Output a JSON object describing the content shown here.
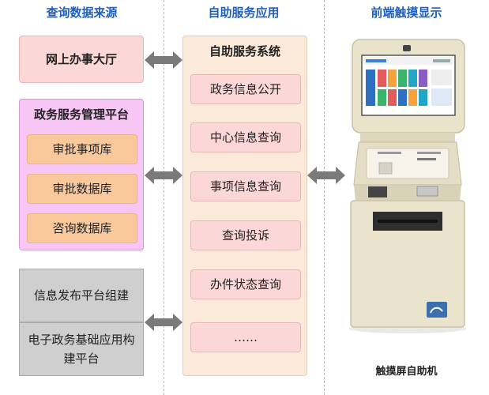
{
  "columns": {
    "left_title": "查询数据来源",
    "middle_title": "自助服务应用",
    "right_title": "前端触摸显示"
  },
  "left": {
    "online_hall": "网上办事大厅",
    "platform": {
      "title": "政务服务管理平台",
      "items": [
        "审批事项库",
        "审批数据库",
        "咨询数据库"
      ]
    },
    "grey": {
      "top": "信息发布平台组建",
      "bottom_line1": "电子政务基础应用构",
      "bottom_line2": "建平台"
    }
  },
  "middle": {
    "title": "自助服务系统",
    "items": [
      "政务信息公开",
      "中心信息查询",
      "事项信息查询",
      "查询投诉",
      "办件状态查询",
      "……"
    ]
  },
  "right": {
    "caption": "触摸屏自助机"
  },
  "colors": {
    "title_blue": "#1f5fbf",
    "pink": "#fcd7d7",
    "orange": "#f9c99c",
    "lilac": "#f7c6f5",
    "cream": "#fbe9d9",
    "grey": "#cfcfcf",
    "arrow": "#7a7a7a"
  }
}
